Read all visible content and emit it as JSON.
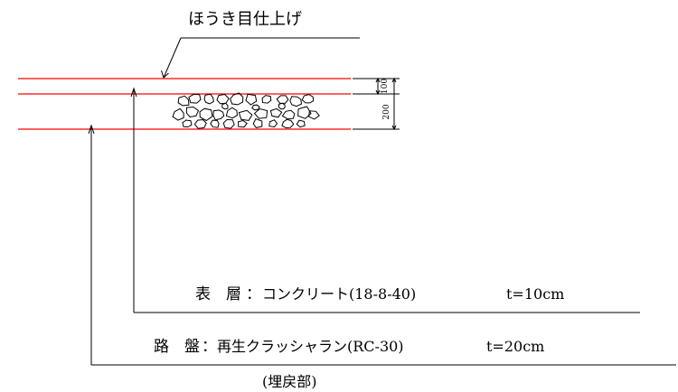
{
  "finish_note": "ほうき目仕上げ",
  "dimensions": {
    "top": "100",
    "total": "200"
  },
  "layers": {
    "surface": {
      "name": "表　層",
      "separator": "：",
      "material": "コンクリート(18-8-40)",
      "thickness": "t=10cm"
    },
    "base": {
      "name": "路　盤",
      "separator": "：",
      "material": "再生クラッシャラン(RC-30)",
      "thickness": "t=20cm"
    },
    "note": "(埋戻部)"
  },
  "colors": {
    "layer_line": "#ff0000",
    "ink": "#000000"
  }
}
